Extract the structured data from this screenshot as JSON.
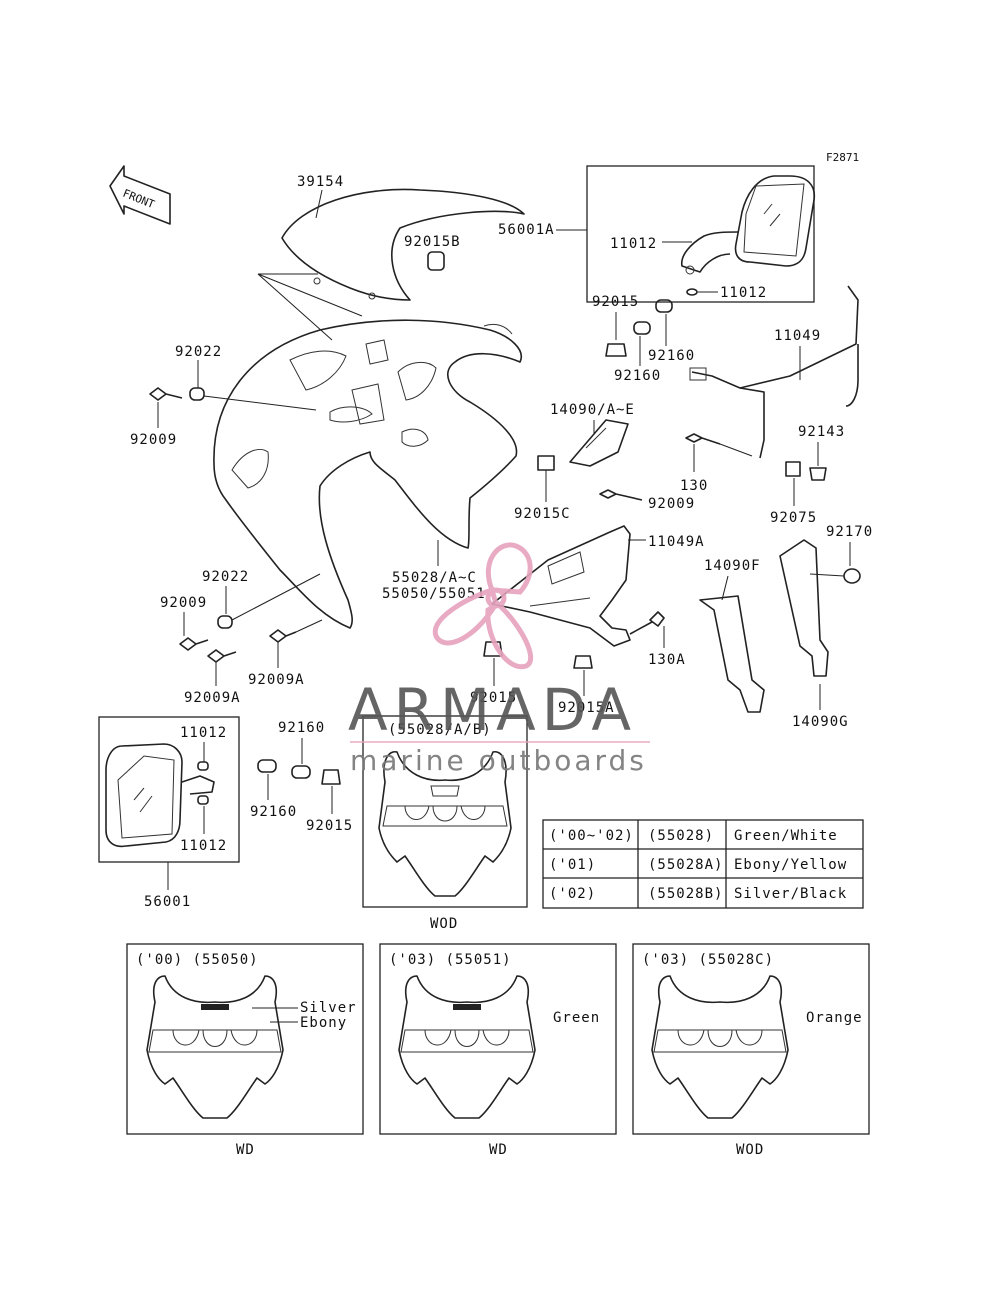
{
  "figure_code": "F2871",
  "front_arrow_label": "FRONT",
  "labels": {
    "p39154": "39154",
    "p92015B": "92015B",
    "p56001A": "56001A",
    "p11012_a": "11012",
    "p11012_b": "11012",
    "p92015_top": "92015",
    "p92160_a": "92160",
    "p92160_b": "92160",
    "p11049": "11049",
    "p92022_top": "92022",
    "p92009_top": "92009",
    "p14090AE": "14090/A~E",
    "p92143": "92143",
    "p130": "130",
    "p92009_mid": "92009",
    "p92015C": "92015C",
    "p92075": "92075",
    "p11049A": "11049A",
    "p92170": "92170",
    "p55028": "55028/A~C",
    "p55050": "55050/55051",
    "p14090F": "14090F",
    "p92022_low": "92022",
    "p92009_low": "92009",
    "p130A": "130A",
    "p92009A_a": "92009A",
    "p92009A_b": "92009A",
    "p92015_low": "92015",
    "p92015A": "92015A",
    "p14090G": "14090G",
    "p11012_c": "11012",
    "p11012_d": "11012",
    "p92160_c": "92160",
    "p92160_d": "92160",
    "p92015_c": "92015",
    "p56001": "56001"
  },
  "variant_55028": {
    "title": "(55028/A/B)",
    "caption": "WOD"
  },
  "color_table": {
    "rows": [
      {
        "year": "('00~'02)",
        "part": "(55028)",
        "color": "Green/White"
      },
      {
        "year": "('01)",
        "part": "(55028A)",
        "color": "Ebony/Yellow"
      },
      {
        "year": "('02)",
        "part": "(55028B)",
        "color": "Silver/Black"
      }
    ]
  },
  "variants": [
    {
      "header": "('00) (55050)",
      "notes": [
        "Silver",
        "Ebony"
      ],
      "caption": "WD"
    },
    {
      "header": "('03) (55051)",
      "notes": [
        "Green"
      ],
      "caption": "WD"
    },
    {
      "header": "('03) (55028C)",
      "notes": [
        "Orange"
      ],
      "caption": "WOD"
    }
  ],
  "watermark": {
    "brand": "ARMADA",
    "tagline": "marine outboards",
    "color": "#e6a3bd",
    "text_color": "#555555"
  }
}
